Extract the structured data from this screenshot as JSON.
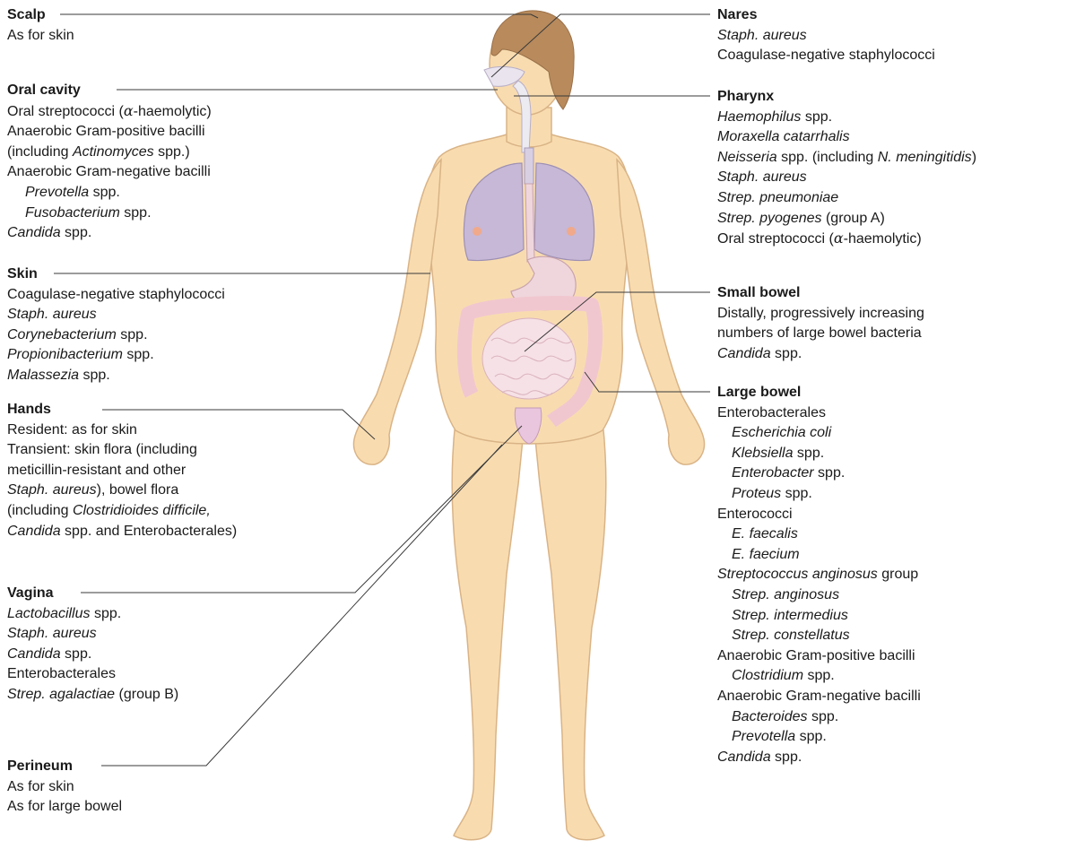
{
  "labels": {
    "scalp": {
      "title": "Scalp",
      "lines": [
        [
          {
            "t": "As for skin"
          }
        ]
      ]
    },
    "oral": {
      "title": "Oral cavity",
      "lines": [
        [
          {
            "t": "Oral streptococci ("
          },
          {
            "t": "α",
            "s": 1
          },
          {
            "t": "-haemolytic)"
          }
        ],
        [
          {
            "t": "Anaerobic Gram-positive bacilli"
          }
        ],
        [
          {
            "t": "(including "
          },
          {
            "t": "Actinomyces",
            "i": 1
          },
          {
            "t": " spp.)"
          }
        ],
        [
          {
            "t": "Anaerobic Gram-negative bacilli"
          }
        ],
        {
          "ind": 1,
          "p": [
            {
              "t": "Prevotella",
              "i": 1
            },
            {
              "t": " spp."
            }
          ]
        },
        {
          "ind": 1,
          "p": [
            {
              "t": "Fusobacterium",
              "i": 1
            },
            {
              "t": " spp."
            }
          ]
        },
        [
          {
            "t": "Candida",
            "i": 1
          },
          {
            "t": " spp."
          }
        ]
      ]
    },
    "skin": {
      "title": "Skin",
      "lines": [
        [
          {
            "t": "Coagulase-negative staphylococci"
          }
        ],
        [
          {
            "t": "Staph. aureus",
            "i": 1
          }
        ],
        [
          {
            "t": "Corynebacterium",
            "i": 1
          },
          {
            "t": " spp."
          }
        ],
        [
          {
            "t": "Propionibacterium",
            "i": 1
          },
          {
            "t": " spp."
          }
        ],
        [
          {
            "t": "Malassezia",
            "i": 1
          },
          {
            "t": " spp."
          }
        ]
      ]
    },
    "hands": {
      "title": "Hands",
      "lines": [
        [
          {
            "t": "Resident: as for skin"
          }
        ],
        [
          {
            "t": "Transient: skin flora (including"
          }
        ],
        [
          {
            "t": "meticillin-resistant and other"
          }
        ],
        [
          {
            "t": "Staph. aureus",
            "i": 1
          },
          {
            "t": "), bowel flora"
          }
        ],
        [
          {
            "t": "(including "
          },
          {
            "t": "Clostridioides difficile,",
            "i": 1
          }
        ],
        [
          {
            "t": "Candida",
            "i": 1
          },
          {
            "t": " spp. and Enterobacterales)"
          }
        ]
      ]
    },
    "vagina": {
      "title": "Vagina",
      "lines": [
        [
          {
            "t": "Lactobacillus",
            "i": 1
          },
          {
            "t": " spp."
          }
        ],
        [
          {
            "t": "Staph. aureus",
            "i": 1
          }
        ],
        [
          {
            "t": "Candida",
            "i": 1
          },
          {
            "t": " spp."
          }
        ],
        [
          {
            "t": "Enterobacterales"
          }
        ],
        [
          {
            "t": "Strep. agalactiae",
            "i": 1
          },
          {
            "t": " (group B)"
          }
        ]
      ]
    },
    "perineum": {
      "title": "Perineum",
      "lines": [
        [
          {
            "t": "As for skin"
          }
        ],
        [
          {
            "t": "As for large bowel"
          }
        ]
      ]
    },
    "nares": {
      "title": "Nares",
      "lines": [
        [
          {
            "t": "Staph. aureus",
            "i": 1
          }
        ],
        [
          {
            "t": "Coagulase-negative staphylococci"
          }
        ]
      ]
    },
    "pharynx": {
      "title": "Pharynx",
      "lines": [
        [
          {
            "t": "Haemophilus",
            "i": 1
          },
          {
            "t": " spp."
          }
        ],
        [
          {
            "t": "Moraxella catarrhalis",
            "i": 1
          }
        ],
        [
          {
            "t": "Neisseria",
            "i": 1
          },
          {
            "t": " spp. (including "
          },
          {
            "t": "N. meningitidis",
            "i": 1
          },
          {
            "t": ")"
          }
        ],
        [
          {
            "t": "Staph. aureus",
            "i": 1
          }
        ],
        [
          {
            "t": "Strep. pneumoniae",
            "i": 1
          }
        ],
        [
          {
            "t": "Strep. pyogenes",
            "i": 1
          },
          {
            "t": " (group A)"
          }
        ],
        [
          {
            "t": "Oral streptococci ("
          },
          {
            "t": "α",
            "s": 1
          },
          {
            "t": "-haemolytic)"
          }
        ]
      ]
    },
    "small_bowel": {
      "title": "Small bowel",
      "lines": [
        [
          {
            "t": "Distally, progressively increasing"
          }
        ],
        [
          {
            "t": "numbers of large bowel bacteria"
          }
        ],
        [
          {
            "t": "Candida",
            "i": 1
          },
          {
            "t": " spp."
          }
        ]
      ]
    },
    "large_bowel": {
      "title": "Large bowel",
      "lines": [
        [
          {
            "t": "Enterobacterales"
          }
        ],
        {
          "ind": 2,
          "p": [
            {
              "t": "Escherichia coli",
              "i": 1
            }
          ]
        },
        {
          "ind": 2,
          "p": [
            {
              "t": "Klebsiella",
              "i": 1
            },
            {
              "t": " spp."
            }
          ]
        },
        {
          "ind": 2,
          "p": [
            {
              "t": "Enterobacter",
              "i": 1
            },
            {
              "t": " spp."
            }
          ]
        },
        {
          "ind": 2,
          "p": [
            {
              "t": "Proteus",
              "i": 1
            },
            {
              "t": " spp."
            }
          ]
        },
        [
          {
            "t": "Enterococci"
          }
        ],
        {
          "ind": 2,
          "p": [
            {
              "t": "E. faecalis",
              "i": 1
            }
          ]
        },
        {
          "ind": 2,
          "p": [
            {
              "t": "E. faecium",
              "i": 1
            }
          ]
        },
        [
          {
            "t": "Streptococcus anginosus",
            "i": 1
          },
          {
            "t": " group"
          }
        ],
        {
          "ind": 2,
          "p": [
            {
              "t": "Strep. anginosus",
              "i": 1
            }
          ]
        },
        {
          "ind": 2,
          "p": [
            {
              "t": "Strep. intermedius",
              "i": 1
            }
          ]
        },
        {
          "ind": 2,
          "p": [
            {
              "t": "Strep. constellatus",
              "i": 1
            }
          ]
        },
        [
          {
            "t": "Anaerobic Gram-positive bacilli"
          }
        ],
        {
          "ind": 2,
          "p": [
            {
              "t": "Clostridium",
              "i": 1
            },
            {
              "t": " spp."
            }
          ]
        },
        [
          {
            "t": "Anaerobic Gram-negative bacilli"
          }
        ],
        {
          "ind": 2,
          "p": [
            {
              "t": "Bacteroides",
              "i": 1
            },
            {
              "t": " spp."
            }
          ]
        },
        {
          "ind": 2,
          "p": [
            {
              "t": "Prevotella",
              "i": 1
            },
            {
              "t": " spp."
            }
          ]
        },
        [
          {
            "t": "Candida",
            "i": 1
          },
          {
            "t": " spp."
          }
        ]
      ]
    }
  },
  "colors": {
    "skin_fill": "#f8dcb0",
    "skin_stroke": "#d9b386",
    "hair": "#b88a5c",
    "lung": "#c6b8d6",
    "organ_pink": "#f1c7cf",
    "stomach": "#efd6dc",
    "leader_line": "#3a3a3a"
  }
}
